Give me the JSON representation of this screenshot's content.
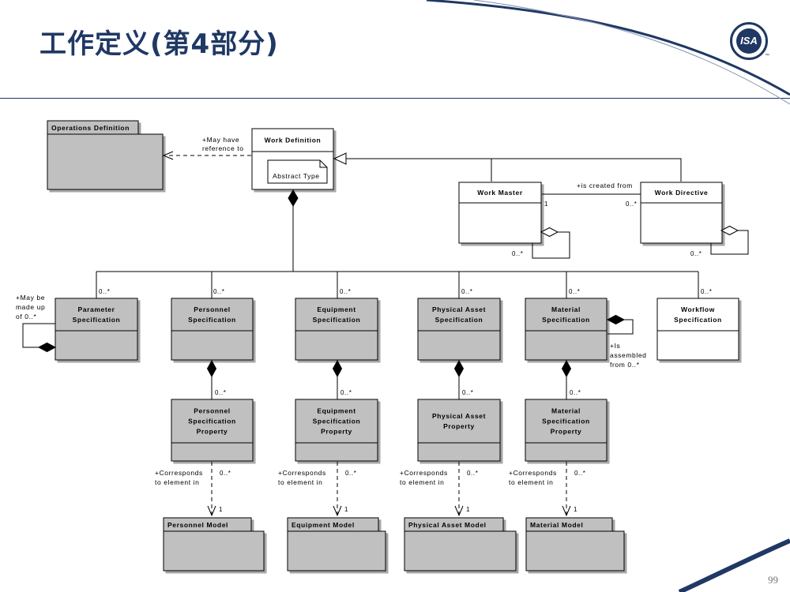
{
  "slide": {
    "title": "工作定义(第4部分)",
    "page_number": "99",
    "logo_text": "ISA",
    "logo_mark": "™"
  },
  "packages": {
    "operations_definition": "Operations Definition",
    "personnel_model": "Personnel Model",
    "equipment_model": "Equipment Model",
    "physical_asset_model": "Physical Asset Model",
    "material_model": "Material Model"
  },
  "classes": {
    "work_definition": "Work Definition",
    "abstract_note": "Abstract Type",
    "work_master": "Work Master",
    "work_directive": "Work Directive",
    "parameter_spec": [
      "Parameter",
      "Specification"
    ],
    "personnel_spec": [
      "Personnel",
      "Specification"
    ],
    "equipment_spec": [
      "Equipment",
      "Specification"
    ],
    "physical_asset_spec": [
      "Physical Asset",
      "Specification"
    ],
    "material_spec": [
      "Material",
      "Specification"
    ],
    "workflow_spec": [
      "Workflow",
      "Specification"
    ],
    "personnel_spec_prop": [
      "Personnel",
      "Specification",
      "Property"
    ],
    "equipment_spec_prop": [
      "Equipment",
      "Specification",
      "Property"
    ],
    "physical_asset_prop": [
      "Physical Asset",
      "Property"
    ],
    "material_spec_prop": [
      "Material",
      "Specification",
      "Property"
    ]
  },
  "labels": {
    "may_have_reference": [
      "+May have",
      "reference to"
    ],
    "is_created_from": "+is created from",
    "may_be_made_up": [
      "+May be",
      "made up",
      "of 0..*"
    ],
    "is_assembled": [
      "+Is",
      "assembled",
      "from 0..*"
    ],
    "corresponds": [
      "+Corresponds",
      "to element in"
    ],
    "mult_many": "0..*",
    "mult_one": "1"
  }
}
